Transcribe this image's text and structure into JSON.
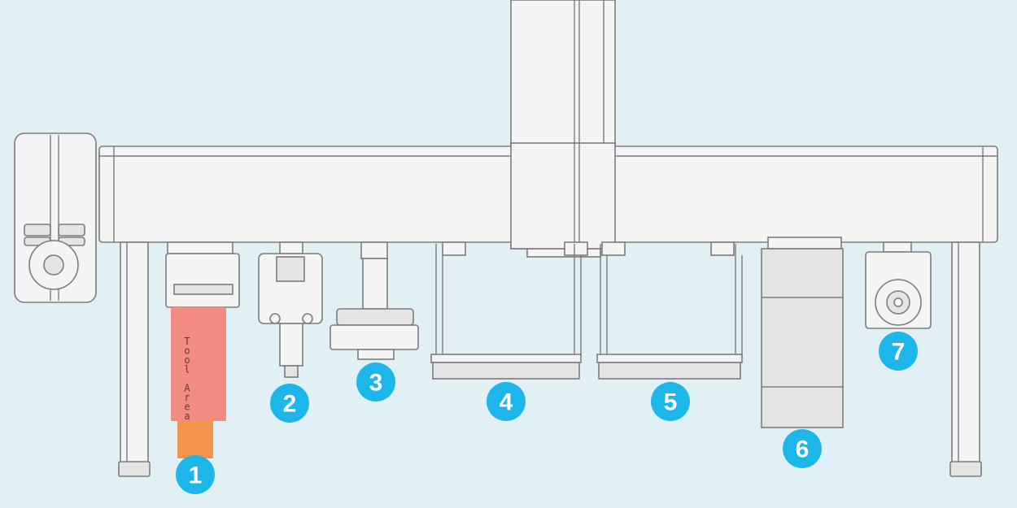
{
  "diagram": {
    "tool_area_label": "Tool Area",
    "tool_area_color_top": "#f28b80",
    "tool_area_color_bottom": "#f4944a",
    "badge_color": "#1cb6ea",
    "background_color": "#e0f0f5",
    "stations": [
      {
        "number": "1"
      },
      {
        "number": "2"
      },
      {
        "number": "3"
      },
      {
        "number": "4"
      },
      {
        "number": "5"
      },
      {
        "number": "6"
      },
      {
        "number": "7"
      }
    ]
  }
}
